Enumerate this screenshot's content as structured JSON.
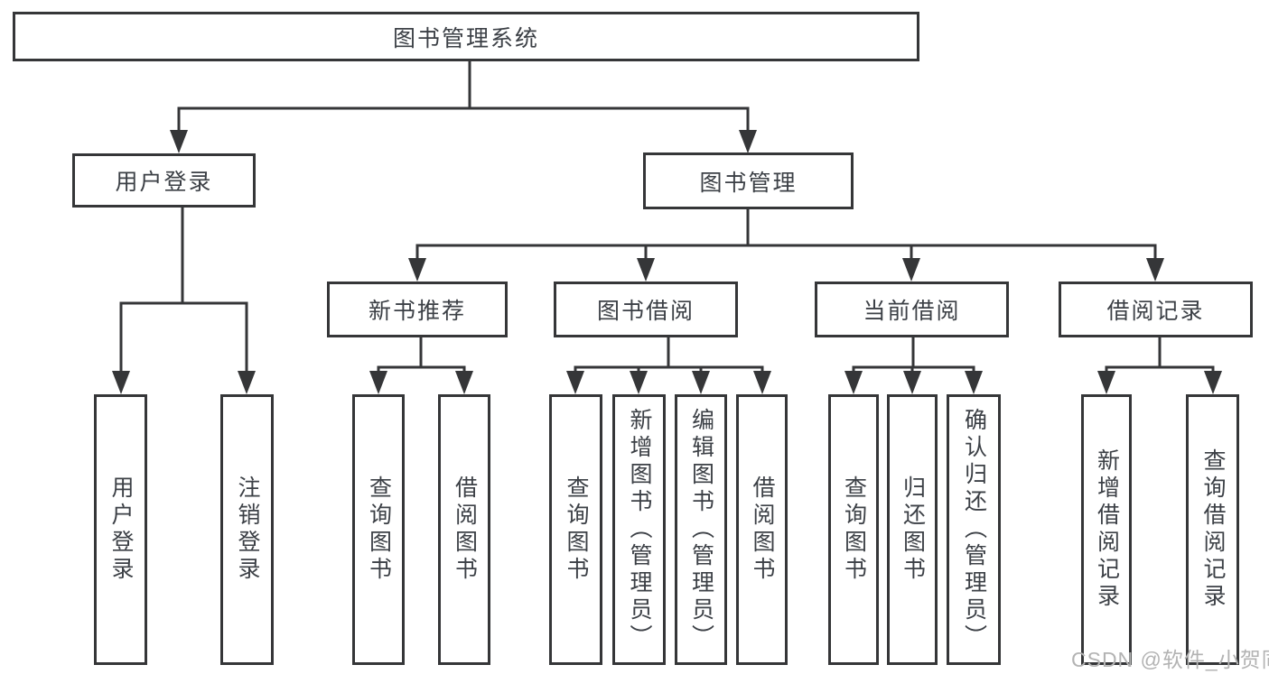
{
  "tree": {
    "label": "图书管理系统",
    "children": [
      {
        "label": "用户登录",
        "children": [
          {
            "label": "用户登录"
          },
          {
            "label": "注销登录"
          }
        ]
      },
      {
        "label": "图书管理",
        "children": [
          {
            "label": "新书推荐",
            "children": [
              {
                "label": "查询图书"
              },
              {
                "label": "借阅图书"
              }
            ]
          },
          {
            "label": "图书借阅",
            "children": [
              {
                "label": "查询图书"
              },
              {
                "label": "新增图书（管理员）"
              },
              {
                "label": "编辑图书（管理员）"
              },
              {
                "label": "借阅图书"
              }
            ]
          },
          {
            "label": "当前借阅",
            "children": [
              {
                "label": "查询图书"
              },
              {
                "label": "归还图书"
              },
              {
                "label": "确认归还（管理员）"
              }
            ]
          },
          {
            "label": "借阅记录",
            "children": [
              {
                "label": "新增借阅记录"
              },
              {
                "label": "查询借阅记录"
              }
            ]
          }
        ]
      }
    ]
  },
  "watermark": {
    "text": "CSDN @软件_小贺同学"
  },
  "colors": {
    "line": "#353638",
    "text": "#3c4046",
    "watermark": "#b3b3b3",
    "background": "#ffffff"
  }
}
